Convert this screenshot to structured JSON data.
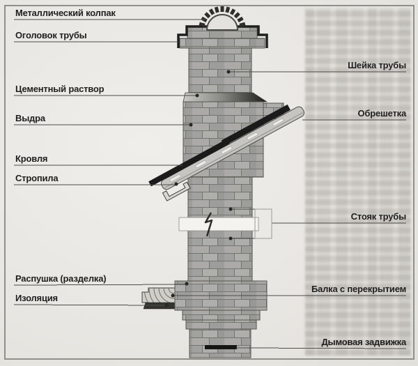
{
  "diagram": {
    "left_labels": [
      {
        "id": "metal-cap",
        "text": "Металлический колпак"
      },
      {
        "id": "chimney-head",
        "text": "Оголовок трубы"
      },
      {
        "id": "cement-mortar",
        "text": "Цементный раствор"
      },
      {
        "id": "vydra",
        "text": "Выдра"
      },
      {
        "id": "roofing",
        "text": "Кровля"
      },
      {
        "id": "rafters",
        "text": "Стропила"
      },
      {
        "id": "fluffing",
        "text": "Распушка (разделка)"
      },
      {
        "id": "insulation",
        "text": "Изоляция"
      }
    ],
    "right_labels": [
      {
        "id": "chimney-neck",
        "text": "Шейка трубы"
      },
      {
        "id": "lathing",
        "text": "Обрешетка"
      },
      {
        "id": "chimney-riser",
        "text": "Стояк трубы"
      },
      {
        "id": "beam-with-ceiling",
        "text": "Балка с перекрытием"
      },
      {
        "id": "smoke-damper",
        "text": "Дымовая задвижка"
      }
    ],
    "colors": {
      "background": "#e9e7e3",
      "frame_border": "#918f8b",
      "label_text": "#1f1f1f",
      "leader_line": "#4c4c4c",
      "brick": "#a4a4a2",
      "mortar_joint": "#767674",
      "roofing_dark": "#1b1b1b",
      "cap_metal": "#2e2e2c"
    }
  }
}
